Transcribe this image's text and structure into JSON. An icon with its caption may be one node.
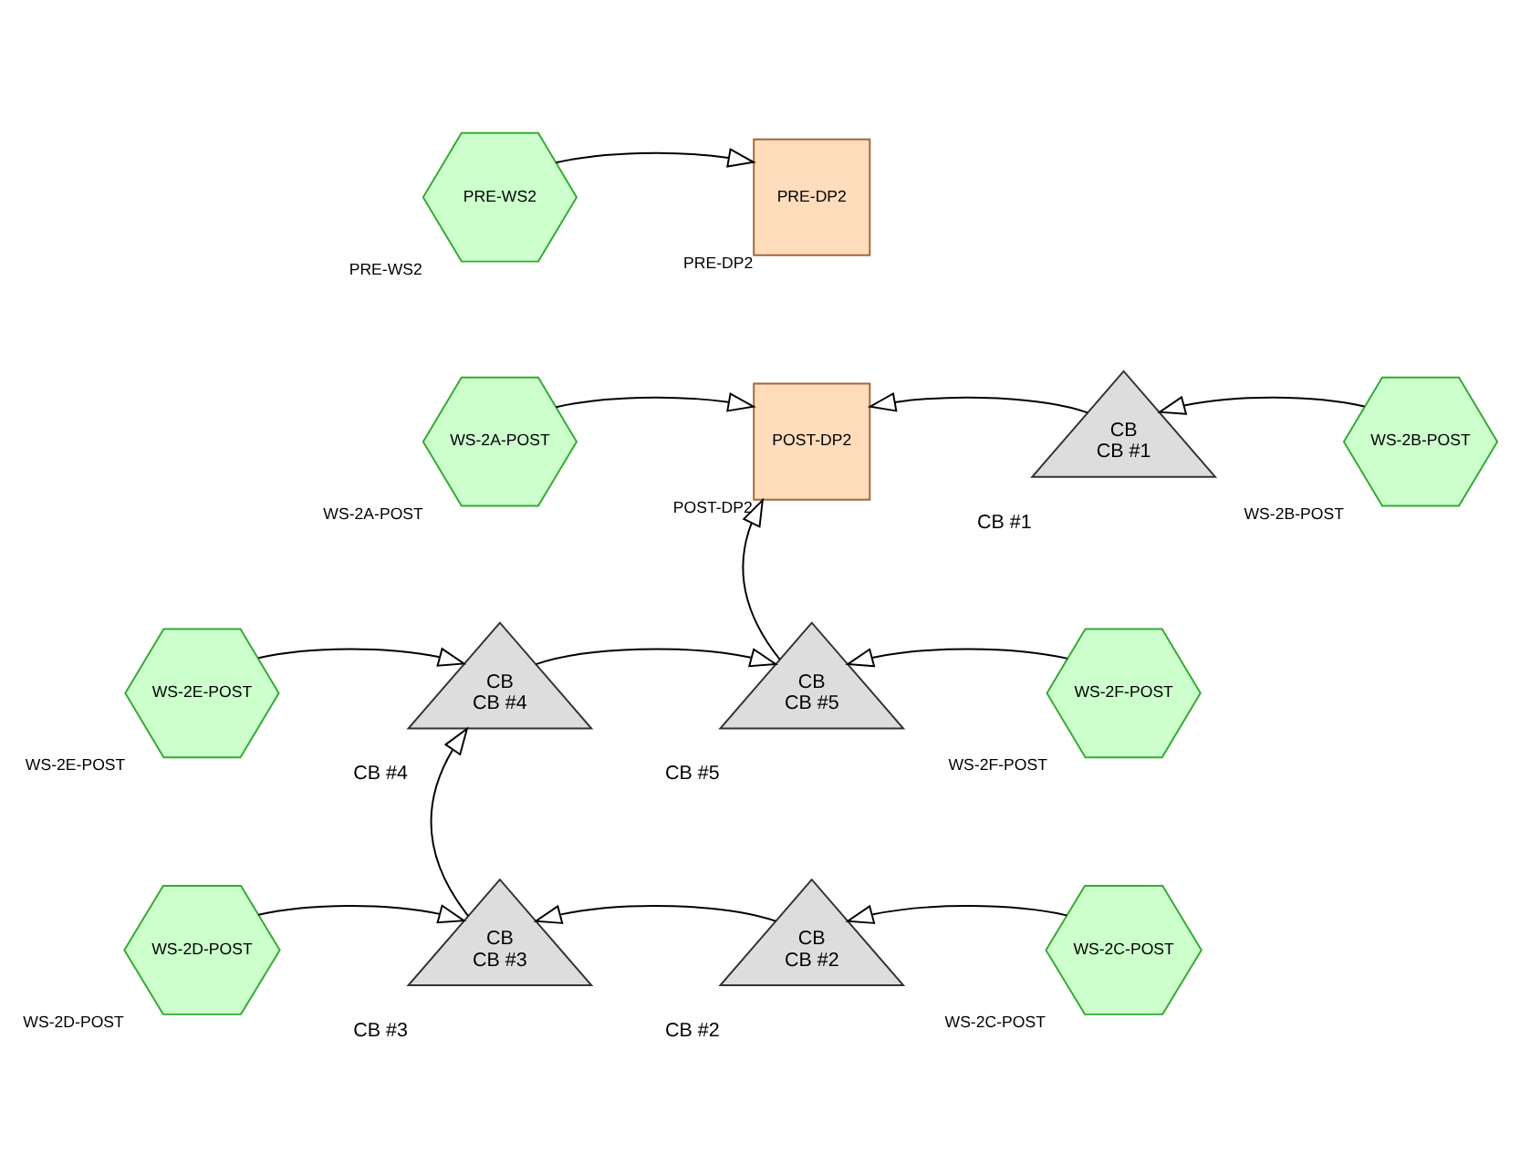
{
  "diagram": {
    "nodes": [
      {
        "text": [
          "PRE-WS2"
        ],
        "beside": [
          "PRE-WS2"
        ]
      },
      {
        "text": [
          "PRE-DP2"
        ],
        "beside": [
          "PRE-DP2"
        ]
      },
      {
        "text": [
          "WS-2A-POST"
        ],
        "beside": [
          "WS-2A-POST"
        ]
      },
      {
        "text": [
          "POST-DP2"
        ],
        "beside": [
          "POST-DP2"
        ]
      },
      {
        "text": [
          "CB",
          "CB #1"
        ],
        "beside": [
          "CB #1"
        ]
      },
      {
        "text": [
          "WS-2B-POST"
        ],
        "beside": [
          "WS-2B-POST"
        ]
      },
      {
        "text": [
          "WS-2E-POST"
        ],
        "beside": [
          "WS-2E-POST"
        ]
      },
      {
        "text": [
          "CB",
          "CB #4"
        ],
        "beside": [
          "CB #4"
        ]
      },
      {
        "text": [
          "CB",
          "CB #5"
        ],
        "beside": [
          "CB #5"
        ]
      },
      {
        "text": [
          "WS-2F-POST"
        ],
        "beside": [
          "WS-2F-POST"
        ]
      },
      {
        "text": [
          "WS-2D-POST"
        ],
        "beside": [
          "WS-2D-POST"
        ]
      },
      {
        "text": [
          "CB",
          "CB #3"
        ],
        "beside": [
          "CB #3"
        ]
      },
      {
        "text": [
          "CB",
          "CB #2"
        ],
        "beside": [
          "CB #2"
        ]
      },
      {
        "text": [
          "WS-2C-POST"
        ],
        "beside": [
          "WS-2C-POST"
        ]
      }
    ],
    "edges": [
      {
        "from": 0,
        "to": 1,
        "arrow": "to"
      },
      {
        "from": 2,
        "to": 3,
        "arrow": "to"
      },
      {
        "from": 4,
        "to": 3,
        "arrow": "to"
      },
      {
        "from": 5,
        "to": 4,
        "arrow": "to"
      },
      {
        "from": 6,
        "to": 7,
        "arrow": "to"
      },
      {
        "from": 7,
        "to": 8,
        "arrow": "to"
      },
      {
        "from": 8,
        "to": 3,
        "arrow": "to"
      },
      {
        "from": 9,
        "to": 8,
        "arrow": "to"
      },
      {
        "from": 10,
        "to": 11,
        "arrow": "to"
      },
      {
        "from": 11,
        "to": 7,
        "arrow": "to"
      },
      {
        "from": 12,
        "to": 11,
        "arrow": "to"
      },
      {
        "from": 13,
        "to": 12,
        "arrow": "to"
      }
    ]
  }
}
